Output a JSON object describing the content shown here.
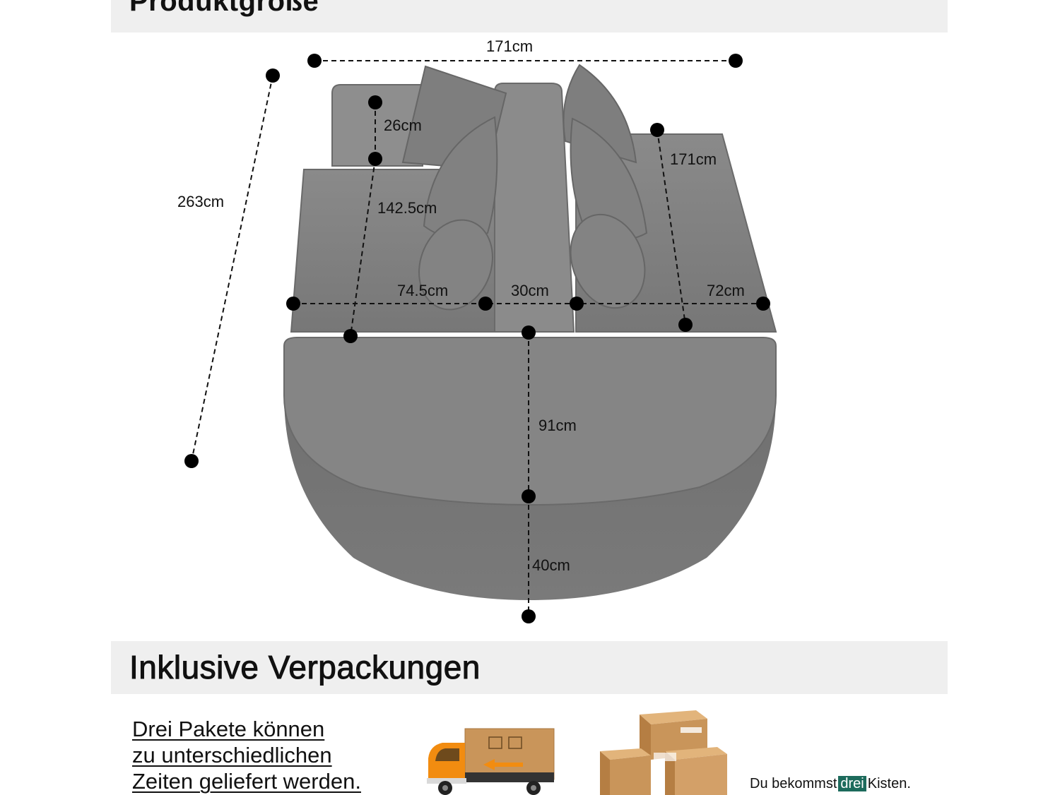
{
  "sections": {
    "product_size_title": "Produktgröße",
    "packaging_title": "Inklusive Verpackungen"
  },
  "dimensions": {
    "overall_width": "171cm",
    "overall_length": "263cm",
    "armrest_height": "26cm",
    "seat_depth": "142.5cm",
    "side_depth": "171cm",
    "left_width": "74.5cm",
    "middle_width": "30cm",
    "right_width": "72cm",
    "ottoman_depth": "91cm",
    "ottoman_height": "40cm"
  },
  "delivery_note": {
    "line1": "Drei Pakete können",
    "line2": "zu unterschiedlichen",
    "line3": "Zeiten geliefert werden."
  },
  "boxes_caption": {
    "before": "Du bekommst",
    "highlight": "drei",
    "after": "Kisten."
  },
  "colors": {
    "sofa": "#7c7c7c",
    "banner": "#efefef",
    "highlight": "#1d6b5c",
    "truck": "#f28c10",
    "cardboard": "#c9955a"
  }
}
